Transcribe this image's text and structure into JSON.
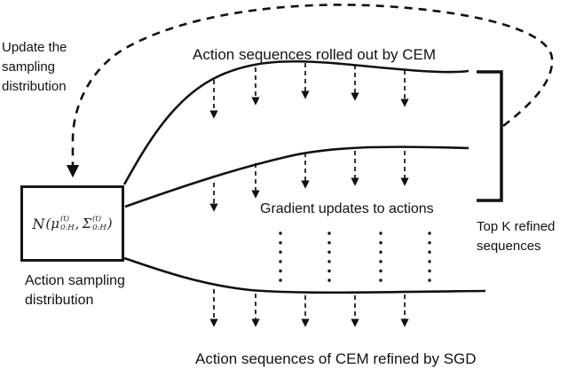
{
  "diagram": {
    "update_label": {
      "lines": [
        "Update the",
        "sampling",
        "distribution"
      ]
    },
    "cem_rollout_label": "Action sequences rolled out by CEM",
    "gradient_label": "Gradient updates to actions",
    "topk_label": {
      "lines": [
        "Top K refined",
        "sequences"
      ]
    },
    "sampling_label": {
      "lines": [
        "Action sampling",
        "distribution"
      ]
    },
    "sgd_label": "Action sequences of CEM refined by SGD",
    "box_math": {
      "script_n": "N",
      "lparen": "(",
      "mu": "μ",
      "mu_sup": "(t)",
      "mu_sub": "0:H",
      "comma": ",",
      "sigma": "Σ",
      "sigma_sup": "(t)",
      "sigma_sub": "0:H",
      "rparen": ")"
    },
    "colors": {
      "ink": "#111111",
      "background": "#ffffff"
    }
  }
}
